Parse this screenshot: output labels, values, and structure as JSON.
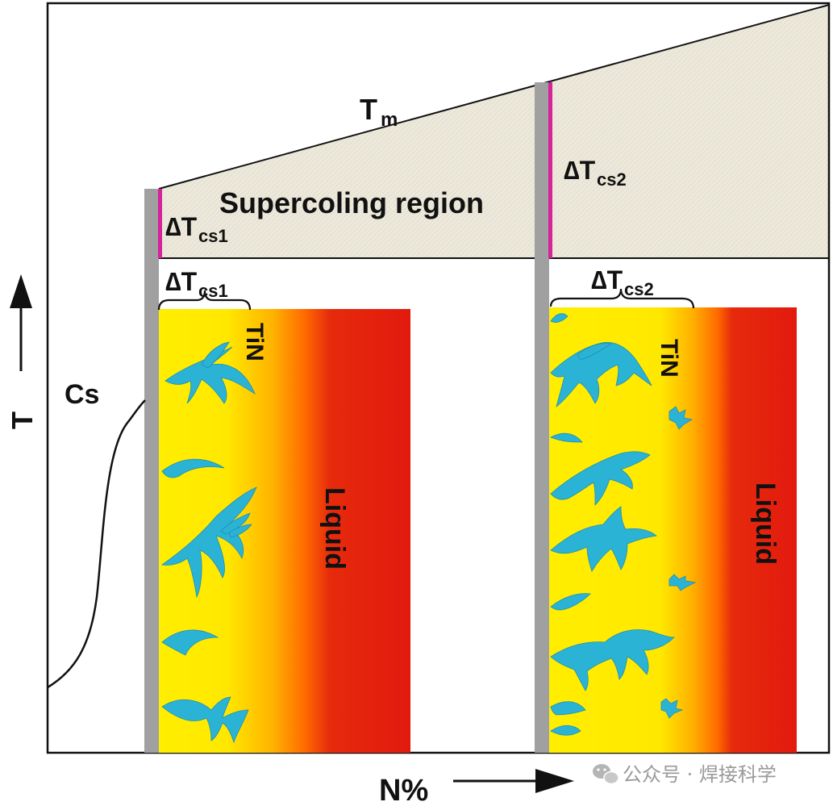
{
  "labels": {
    "tm": "T",
    "tm_sub": "m",
    "region": "Supercoling region",
    "dtcs1_top": "∆T",
    "dtcs1_top_sub": "cs1",
    "dtcs2_top": "∆T",
    "dtcs2_top_sub": "cs2",
    "dtcs1_mid": "∆T",
    "dtcs1_mid_sub": "cs1",
    "dtcs2_mid": "∆T",
    "dtcs2_mid_sub": "cs2",
    "tin": "TiN",
    "liquid": "Liquid",
    "cs": "Cs",
    "t_axis": "T",
    "n_axis": "N%"
  },
  "watermark": {
    "text": "公众号 · 焊接科学",
    "icon": "wechat-icon"
  },
  "colors": {
    "supercooling_fill": "#ece8db",
    "gradient_yellow": "#ffee00",
    "gradient_orange": "#ff8a00",
    "gradient_red": "#e21a0e",
    "dendrite": "#2bb3d6",
    "marker": "#d6229b",
    "wall": "#a0a0a0"
  }
}
